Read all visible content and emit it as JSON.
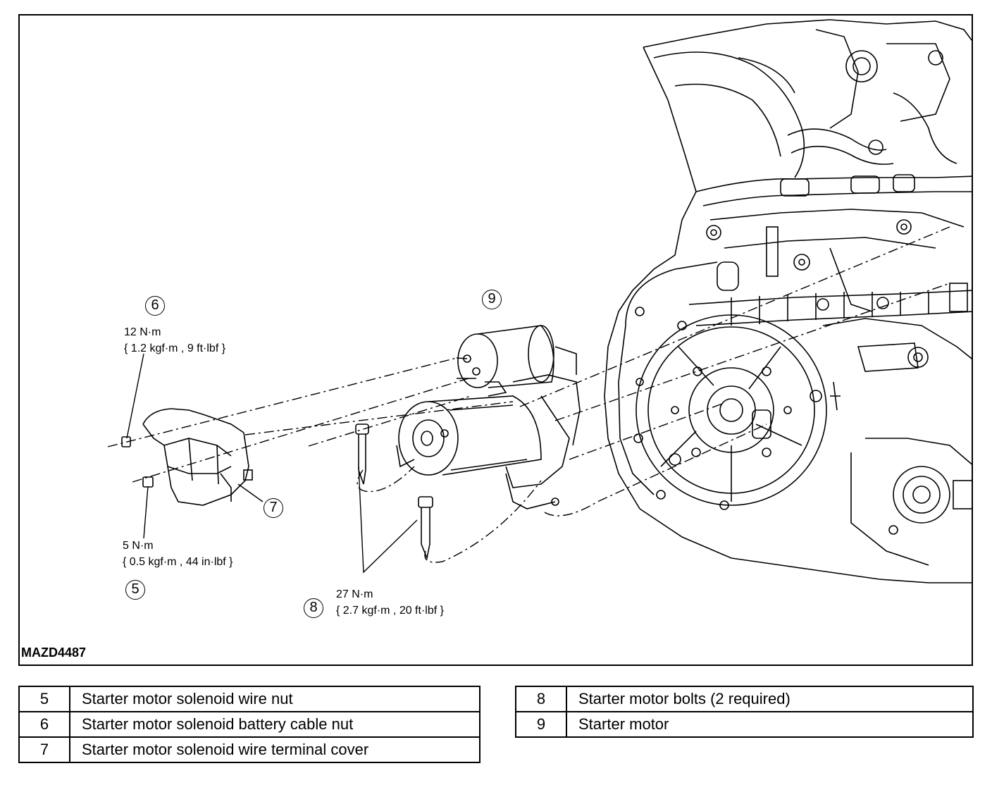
{
  "figure": {
    "id": "MAZD4487",
    "callouts": [
      {
        "number": "6",
        "torque_metric": "12 N·m",
        "torque_other": "{ 1.2 kgf·m , 9 ft·lbf }"
      },
      {
        "number": "5",
        "torque_metric": "5 N·m",
        "torque_other": "{ 0.5 kgf·m , 44 in·lbf }"
      },
      {
        "number": "7"
      },
      {
        "number": "8",
        "torque_metric": "27 N·m",
        "torque_other": "{ 2.7 kgf·m , 20 ft·lbf }"
      },
      {
        "number": "9"
      }
    ]
  },
  "legend_left": [
    {
      "number": "5",
      "description": "Starter motor solenoid wire nut"
    },
    {
      "number": "6",
      "description": "Starter motor solenoid battery cable nut"
    },
    {
      "number": "7",
      "description": "Starter motor solenoid wire terminal cover"
    }
  ],
  "legend_right": [
    {
      "number": "8",
      "description": "Starter motor bolts (2 required)"
    },
    {
      "number": "9",
      "description": "Starter motor"
    }
  ]
}
